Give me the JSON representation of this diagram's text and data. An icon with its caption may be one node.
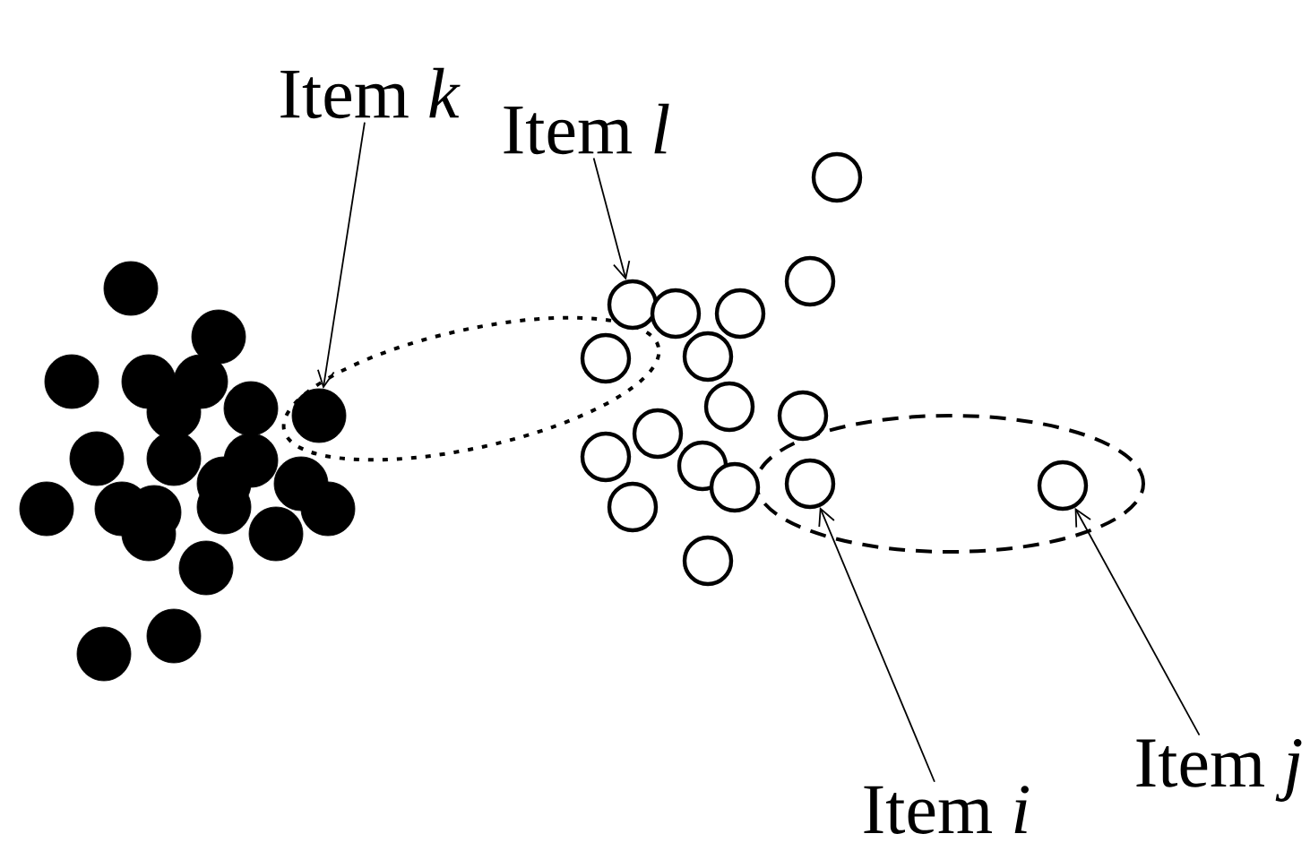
{
  "diagram": {
    "nodes": [
      {
        "text": [
          "Item *k*"
        ]
      },
      {
        "text": [
          "Item *l*"
        ]
      },
      {
        "text": [
          "Item *i*"
        ]
      },
      {
        "text": [
          "Item *j*"
        ]
      },
      {
        "text": [],
        "shape": "circle"
      },
      {
        "text": [],
        "shape": "circle"
      },
      {
        "text": [],
        "shape": "circle"
      },
      {
        "text": [],
        "shape": "circle"
      },
      {
        "text": [],
        "shape": "circle"
      },
      {
        "text": [],
        "shape": "circle"
      },
      {
        "text": [],
        "shape": "circle"
      },
      {
        "text": [],
        "shape": "circle"
      },
      {
        "text": [],
        "shape": "circle"
      },
      {
        "text": [],
        "shape": "circle"
      },
      {
        "text": [],
        "shape": "circle"
      },
      {
        "text": [],
        "shape": "circle"
      },
      {
        "text": [],
        "shape": "circle"
      },
      {
        "text": [],
        "shape": "circle"
      },
      {
        "text": [],
        "shape": "circle"
      },
      {
        "text": [],
        "shape": "circle"
      },
      {
        "text": [],
        "shape": "circle"
      },
      {
        "text": [],
        "shape": "circle"
      },
      {
        "text": [],
        "shape": "circle"
      },
      {
        "text": [],
        "shape": "circle"
      },
      {
        "text": [],
        "shape": "circle"
      },
      {
        "text": [],
        "shape": "circle"
      },
      {
        "text": [],
        "shape": "circle"
      },
      {
        "text": [],
        "shape": "circle"
      },
      {
        "text": [],
        "shape": "circle"
      },
      {
        "text": [],
        "shape": "circle"
      },
      {
        "text": [],
        "shape": "circle"
      },
      {
        "text": [],
        "shape": "circle"
      },
      {
        "text": [],
        "shape": "circle"
      },
      {
        "text": [],
        "shape": "circle"
      },
      {
        "text": [],
        "shape": "circle"
      },
      {
        "text": [],
        "shape": "circle"
      },
      {
        "text": [],
        "shape": "circle"
      },
      {
        "text": [],
        "shape": "circle"
      },
      {
        "text": [],
        "shape": "circle"
      },
      {
        "text": [],
        "shape": "circle"
      },
      {
        "text": [],
        "shape": "circle"
      },
      {
        "text": [],
        "shape": "circle"
      },
      {
        "text": [],
        "shape": "circle"
      },
      {
        "text": [],
        "shape": "circle"
      }
    ],
    "edges": [
      {
        "from": 0,
        "to": 25,
        "arrow": "to"
      },
      {
        "from": 1,
        "to": 29,
        "arrow": "to"
      },
      {
        "from": 2,
        "to": 41,
        "arrow": "to"
      },
      {
        "from": 3,
        "to": 43,
        "arrow": "to"
      }
    ]
  }
}
